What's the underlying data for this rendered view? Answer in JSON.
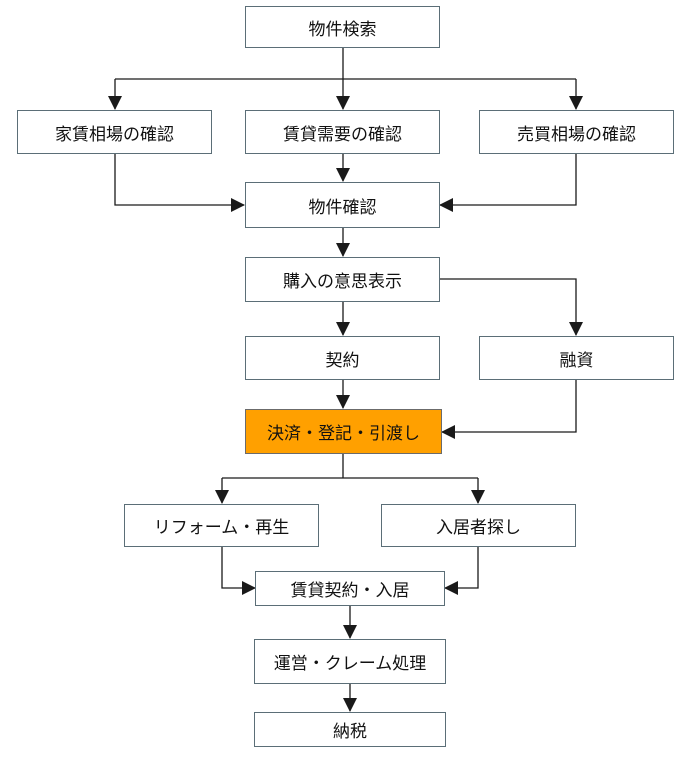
{
  "nodes": {
    "search": "物件検索",
    "rent_market": "家賃相場の確認",
    "rental_demand": "賃貸需要の確認",
    "sales_market": "売買相場の確認",
    "property_check": "物件確認",
    "purchase_intent": "購入の意思表示",
    "contract": "契約",
    "financing": "融資",
    "settlement": "決済・登記・引渡し",
    "reform": "リフォーム・再生",
    "tenant_search": "入居者探し",
    "lease_contract": "賃貸契約・入居",
    "operation": "運営・クレーム処理",
    "tax": "納税"
  },
  "colors": {
    "highlight": "#ffa000",
    "border": "#5b6e77",
    "line": "#1a1a1a"
  }
}
